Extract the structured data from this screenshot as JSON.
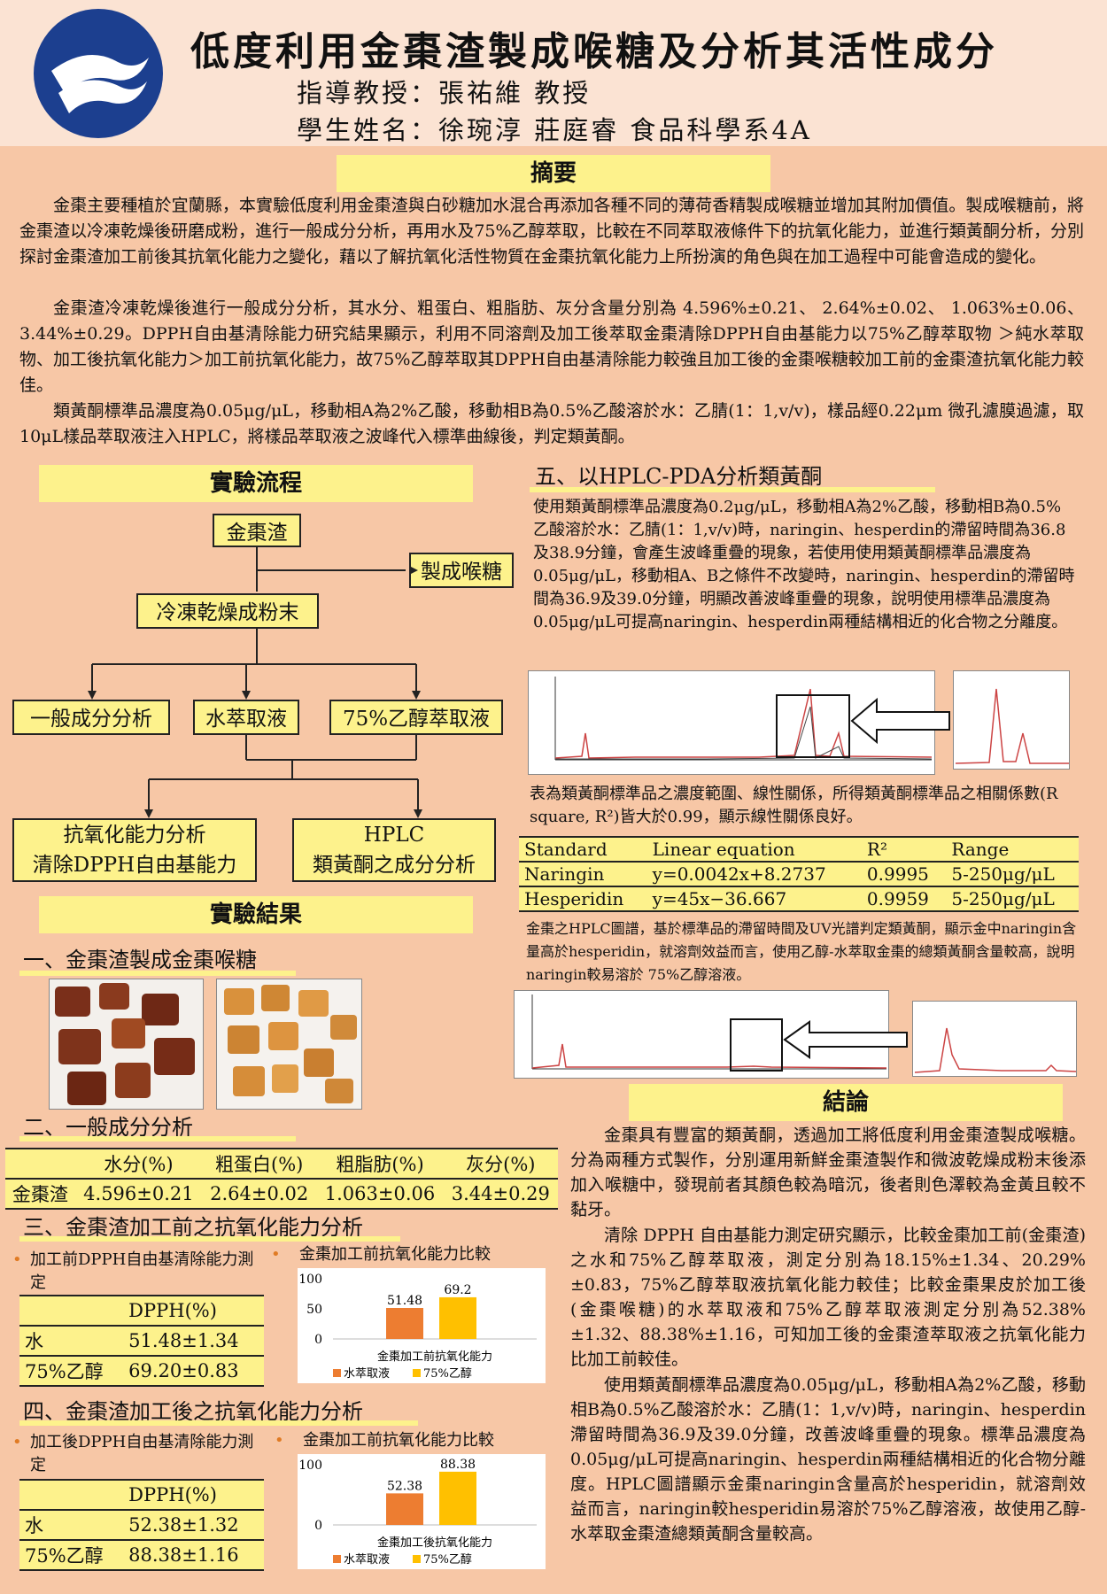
{
  "header": {
    "title": "低度利用金棗渣製成喉糖及分析其活性成分",
    "advisor": "指導教授：張祐維 教授",
    "students": "學生姓名：徐琬淳 莊庭睿 食品科學系4A"
  },
  "abstract": {
    "heading": "摘要",
    "p1": "金棗主要種植於宜蘭縣，本實驗低度利用金棗渣與白砂糖加水混合再添加各種不同的薄荷香精製成喉糖並增加其附加價值。製成喉糖前，將金棗渣以冷凍乾燥後研磨成粉，進行一般成分分析，再用水及75%乙醇萃取，比較在不同萃取液條件下的抗氧化能力，並進行類黃酮分析，分別探討金棗渣加工前後其抗氧化能力之變化，藉以了解抗氧化活性物質在金棗抗氧化能力上所扮演的角色與在加工過程中可能會造成的變化。",
    "p2": "金棗渣冷凍乾燥後進行一般成分分析，其水分、粗蛋白、粗脂肪、灰分含量分別為 4.596%±0.21、 2.64%±0.02、 1.063%±0.06、 3.44%±0.29。DPPH自由基清除能力研究結果顯示，利用不同溶劑及加工後萃取金棗清除DPPH自由基能力以75%乙醇萃取物 ＞純水萃取物、加工後抗氧化能力＞加工前抗氧化能力，故75%乙醇萃取其DPPH自由基清除能力較強且加工後的金棗喉糖較加工前的金棗渣抗氧化能力較佳。",
    "p3": "類黃酮標準品濃度為0.05μg/μL，移動相A為2%乙酸，移動相B為0.5%乙酸溶於水：乙腈(1：1,v/v)，樣品經0.22μm 微孔濾膜過濾，取10μL樣品萃取液注入HPLC，將樣品萃取液之波峰代入標準曲線後，判定類黃酮。"
  },
  "flow": {
    "heading": "實驗流程",
    "n1": "金棗渣",
    "n2": "製成喉糖",
    "n3": "冷凍乾燥成粉末",
    "n4": "一般成分分析",
    "n5": "水萃取液",
    "n6": "75%乙醇萃取液",
    "n7a": "抗氧化能力分析",
    "n7b": "清除DPPH自由基能力",
    "n8a": "HPLC",
    "n8b": "類黃酮之成分分析"
  },
  "results": {
    "heading": "實驗結果",
    "s1": "一、金棗渣製成金棗喉糖",
    "s2": "二、一般成分分析",
    "s3": "三、金棗渣加工前之抗氧化能力分析",
    "s4": "四、金棗渣加工後之抗氧化能力分析",
    "s5": "五、以HPLC-PDA分析類黃酮"
  },
  "composition": {
    "headers": [
      "",
      "水分(%)",
      "粗蛋白(%)",
      "粗脂肪(%)",
      "灰分(%)"
    ],
    "row": [
      "金棗渣",
      "4.596±0.21",
      "2.64±0.02",
      "1.063±0.06",
      "3.44±0.29"
    ]
  },
  "before": {
    "label": "加工前DPPH自由基清除能力測定",
    "col": "DPPH(%)",
    "rows": [
      [
        "水",
        "51.48±1.34"
      ],
      [
        "75%乙醇",
        "69.20±0.83"
      ]
    ],
    "chart_title": "金棗加工前抗氧化能力比較"
  },
  "after": {
    "label": "加工後DPPH自由基清除能力測定",
    "col": "DPPH(%)",
    "rows": [
      [
        "水",
        "52.38±1.32"
      ],
      [
        "75%乙醇",
        "88.38±1.16"
      ]
    ],
    "chart_title": "金棗加工前抗氧化能力比較"
  },
  "chart_data": [
    {
      "type": "bar",
      "title": "金棗加工前抗氧化能力比較",
      "xlabel": "金棗加工前抗氧化能力",
      "categories": [
        "水萃取液",
        "75%乙醇"
      ],
      "values": [
        51.48,
        69.2
      ],
      "colors": [
        "#ed7d31",
        "#ffc000"
      ],
      "ylim": [
        0,
        100
      ],
      "yticks": [
        0,
        50,
        100
      ]
    },
    {
      "type": "bar",
      "title": "金棗加工前抗氧化能力比較",
      "xlabel": "金棗加工後抗氧化能力",
      "categories": [
        "水萃取液",
        "75%乙醇"
      ],
      "values": [
        52.38,
        88.38
      ],
      "colors": [
        "#ed7d31",
        "#ffc000"
      ],
      "ylim": [
        0,
        100
      ],
      "yticks": [
        0,
        100
      ]
    }
  ],
  "hplc": {
    "p1": "使用類黃酮標準品濃度為0.2μg/μL，移動相A為2%乙酸，移動相B為0.5%乙酸溶於水：乙腈(1：1,v/v)時，naringin、hesperdin的滯留時間為36.8及38.9分鐘，會產生波峰重疊的現象，若使用使用類黃酮標準品濃度為0.05μg/μL，移動相A、B之條件不改變時，naringin、hesperdin的滯留時間為36.9及39.0分鐘，明顯改善波峰重疊的現象，說明使用標準品濃度為0.05μg/μL可提高naringin、hesperdin兩種結構相近的化合物之分離度。",
    "p2": "表為類黃酮標準品之濃度範圍、線性關係，所得類黃酮標準品之相關係數(R square, R²)皆大於0.99，顯示線性關係良好。",
    "p3": "金棗之HPLC圖譜，基於標準品的滯留時間及UV光譜判定類黃酮，顯示金中naringin含量高於hesperidin，就溶劑效益而言，使用乙醇-水萃取金棗的總類黃酮含量較高，說明naringin較易溶於 75%乙醇溶液。",
    "table_headers": [
      "Standard",
      "Linear equation",
      "R²",
      "Range"
    ],
    "table_rows": [
      [
        "Naringin",
        "y=0.0042x+8.2737",
        "0.9995",
        "5-250μg/μL"
      ],
      [
        "Hesperidin",
        "y=45x−36.667",
        "0.9959",
        "5-250μg/μL"
      ]
    ]
  },
  "conclusion": {
    "heading": "結論",
    "p1": "金棗具有豐富的類黃酮，透過加工將低度利用金棗渣製成喉糖。分為兩種方式製作，分別運用新鮮金棗渣製作和微波乾燥成粉末後添加入喉糖中，發現前者其顏色較為暗沉，後者則色澤較為金黃且較不黏牙。",
    "p2": "清除 DPPH 自由基能力測定研究顯示，比較金棗加工前(金棗渣)之水和75%乙醇萃取液，測定分別為18.15%±1.34、20.29%±0.83，75%乙醇萃取液抗氧化能力較佳；比較金棗果皮於加工後(金棗喉糖)的水萃取液和75%乙醇萃取液測定分別為52.38%±1.32、88.38%±1.16，可知加工後的金棗渣萃取液之抗氧化能力比加工前較佳。",
    "p3": "使用類黃酮標準品濃度為0.05μg/μL，移動相A為2%乙酸，移動相B為0.5%乙酸溶於水：乙腈(1：1,v/v)時，naringin、hesperdin滯留時間為36.9及39.0分鐘，改善波峰重疊的現象。標準品濃度為0.05μg/μL可提高naringin、hesperdin兩種結構相近的化合物分離度。HPLC圖譜顯示金棗naringin含量高於hesperidin，就溶劑效益而言，naringin較hesperidin易溶於75%乙醇溶液，故使用乙醇-水萃取金棗渣總類黃酮含量較高。"
  }
}
